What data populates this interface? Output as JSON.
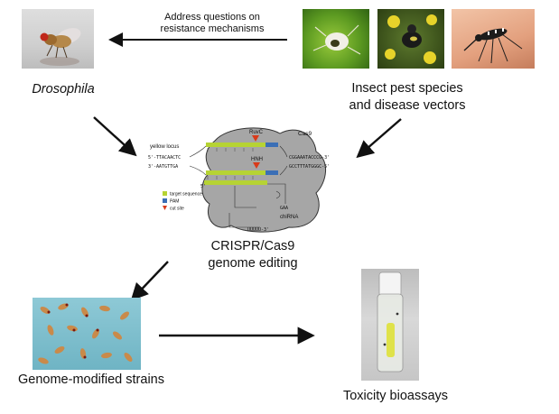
{
  "top": {
    "arrow_caption_line1": "Address questions on",
    "arrow_caption_line2": "resistance mechanisms",
    "drosophila_label": "Drosophila",
    "insect_label_line1": "Insect pest species",
    "insect_label_line2": "and disease vectors"
  },
  "center": {
    "label_line1": "CRISPR/Cas9",
    "label_line2": "genome editing",
    "cas9": "Cas9",
    "yellow_locus": "yellow locus",
    "ruvc": "RuvC",
    "hnh": "HNH",
    "chirna": "chiRNA",
    "seq_top": "5'-TTACAACTC",
    "seq_top_right": "CGGAAATACCCG-3'",
    "seq_bottom": "3'-AATGTTGA",
    "seq_bottom_right": "GCCTTTATGGGC-5'",
    "rna_5": "5'",
    "rna_gaa": "GAA",
    "rna_tail": "UUUUU-3'",
    "legend": [
      "target sequence",
      "PAM",
      "cut site"
    ],
    "colors": {
      "target": "#b6d334",
      "pam": "#3b6fb6",
      "cut": "#d93a1a",
      "cas9_fill": "#a6a6a6"
    }
  },
  "bottom": {
    "strains_label": "Genome-modified strains",
    "toxicity_label": "Toxicity bioassays"
  }
}
